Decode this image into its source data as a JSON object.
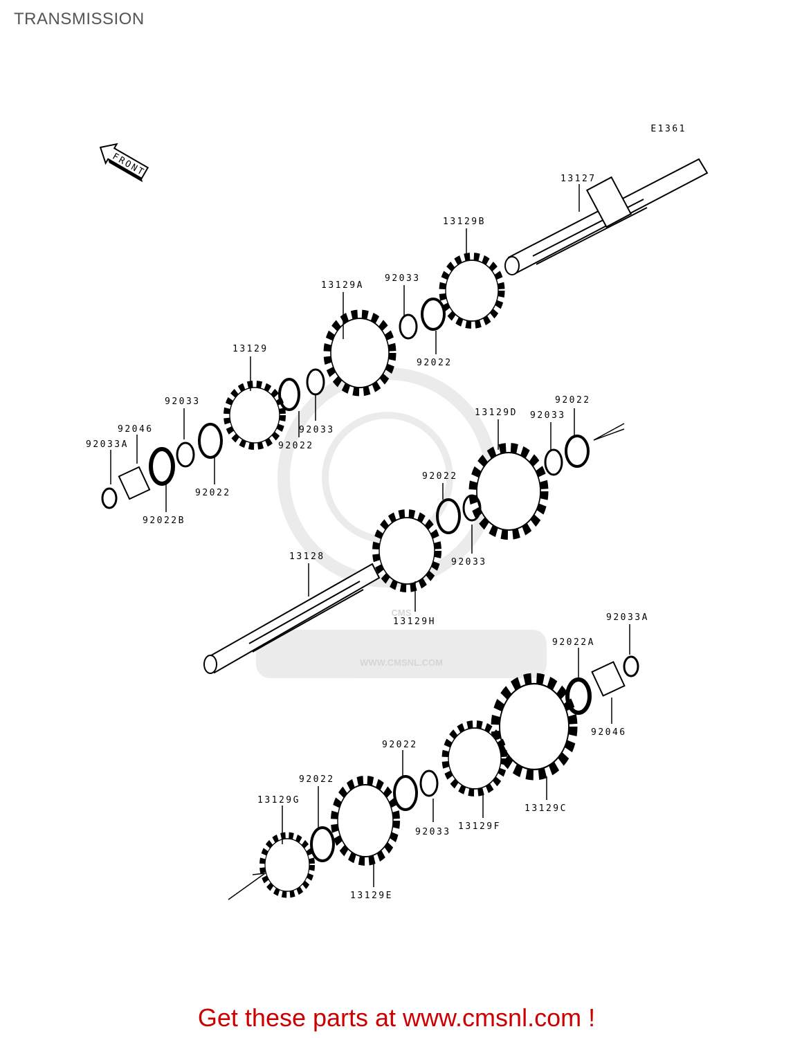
{
  "page": {
    "title": "TRANSMISSION",
    "footer": "Get these parts at www.cmsnl.com !"
  },
  "diagram": {
    "code": "E1361",
    "front_label": "FRONT",
    "watermark": {
      "logo_text": "CMS",
      "url": "WWW.CMSNL.COM"
    },
    "parts": [
      {
        "id": "p-13127",
        "label": "13127"
      },
      {
        "id": "p-13129B",
        "label": "13129B"
      },
      {
        "id": "p-92033-a",
        "label": "92033"
      },
      {
        "id": "p-13129A",
        "label": "13129A"
      },
      {
        "id": "p-92022-a",
        "label": "92022"
      },
      {
        "id": "p-13129",
        "label": "13129"
      },
      {
        "id": "p-92033-b",
        "label": "92033"
      },
      {
        "id": "p-92022-b",
        "label": "92022"
      },
      {
        "id": "p-92033-c",
        "label": "92033"
      },
      {
        "id": "p-92046-a",
        "label": "92046"
      },
      {
        "id": "p-92033A-a",
        "label": "92033A"
      },
      {
        "id": "p-92022-c",
        "label": "92022"
      },
      {
        "id": "p-92022B",
        "label": "92022B"
      },
      {
        "id": "p-13129D",
        "label": "13129D"
      },
      {
        "id": "p-92022-d",
        "label": "92022"
      },
      {
        "id": "p-92033-d",
        "label": "92033"
      },
      {
        "id": "p-92022-e",
        "label": "92022"
      },
      {
        "id": "p-92033-e",
        "label": "92033"
      },
      {
        "id": "p-13128",
        "label": "13128"
      },
      {
        "id": "p-13129H",
        "label": "13129H"
      },
      {
        "id": "p-92033A-b",
        "label": "92033A"
      },
      {
        "id": "p-92022A",
        "label": "92022A"
      },
      {
        "id": "p-92046-b",
        "label": "92046"
      },
      {
        "id": "p-92022-f",
        "label": "92022"
      },
      {
        "id": "p-92022-g",
        "label": "92022"
      },
      {
        "id": "p-13129G",
        "label": "13129G"
      },
      {
        "id": "p-92033-f",
        "label": "92033"
      },
      {
        "id": "p-13129F",
        "label": "13129F"
      },
      {
        "id": "p-13129C",
        "label": "13129C"
      },
      {
        "id": "p-13129E",
        "label": "13129E"
      }
    ]
  }
}
